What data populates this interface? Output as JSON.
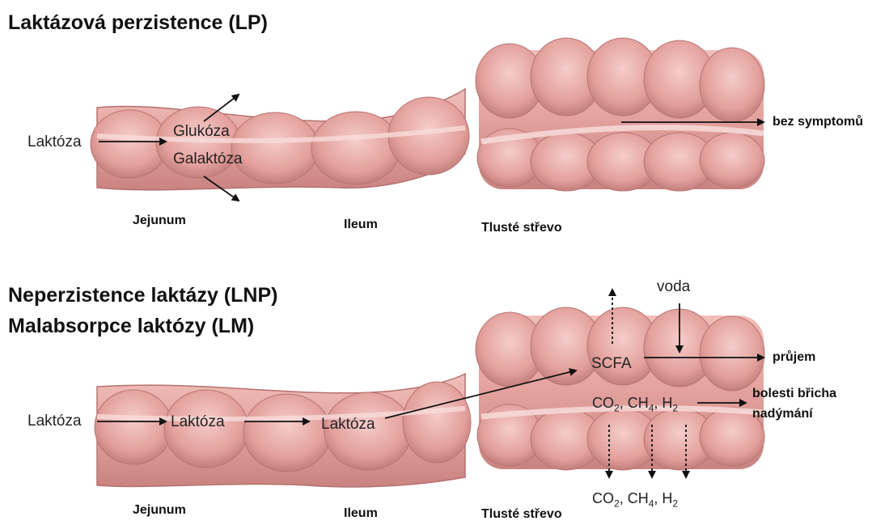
{
  "lp": {
    "title": "Laktázová perzistence (LP)",
    "input": "Laktóza",
    "product1": "Glukóza",
    "product2": "Galaktóza",
    "result": "bez symptomů",
    "segments": {
      "jejunum": "Jejunum",
      "ileum": "Ileum",
      "colon": "Tlusté střevo"
    }
  },
  "lnp": {
    "title_line1": "Neperzistence laktázy (LNP)",
    "title_line2": "Malabsorpce laktózy (LM)",
    "input": "Laktóza",
    "mid1": "Laktóza",
    "mid2": "Laktóza",
    "water": "voda",
    "scfa": "SCFA",
    "gases": {
      "co2": "CO",
      "co2_sub": "2",
      "ch4": "CH",
      "ch4_sub": "4",
      "h2": "H",
      "h2_sub": "2"
    },
    "result_diarrhea": "průjem",
    "result_pain_line1": "bolesti břicha",
    "result_pain_line2": "nadýmání",
    "segments": {
      "jejunum": "Jejunum",
      "ileum": "Ileum",
      "colon": "Tlusté střevo"
    }
  },
  "colors": {
    "intestine": "#e4a09d",
    "intestine_light": "#f2c6c2",
    "intestine_dark": "#b86f6d",
    "arrow": "#111111"
  }
}
